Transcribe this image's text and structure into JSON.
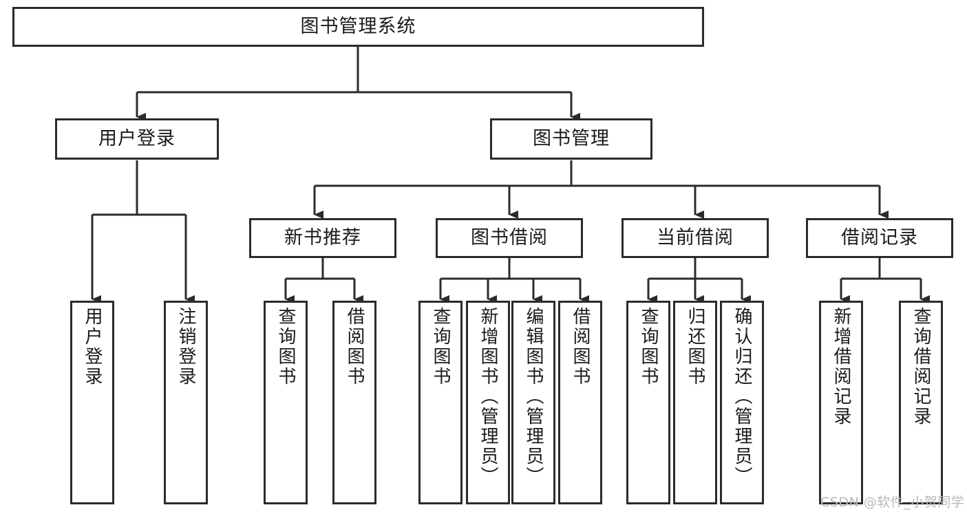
{
  "diagram": {
    "title": "图书管理系统",
    "watermark": "CSDN @软件_小贺同学",
    "accent_color": "#2b2b2b",
    "background_color": "#ffffff",
    "nodes": {
      "root": {
        "label": "图书管理系统"
      },
      "level2": [
        {
          "id": "user-login",
          "label": "用户登录"
        },
        {
          "id": "book-management",
          "label": "图书管理"
        }
      ],
      "level3": [
        {
          "id": "new-book-recommend",
          "label": "新书推荐"
        },
        {
          "id": "book-borrow",
          "label": "图书借阅"
        },
        {
          "id": "current-borrow",
          "label": "当前借阅"
        },
        {
          "id": "borrow-record",
          "label": "借阅记录"
        }
      ],
      "leaves": {
        "user-login": [
          {
            "id": "leaf-user-login",
            "label": "用户登录"
          },
          {
            "id": "leaf-logout",
            "label": "注销登录"
          }
        ],
        "new-book-recommend": [
          {
            "id": "leaf-query-book-1",
            "label": "查询图书"
          },
          {
            "id": "leaf-borrow-book-1",
            "label": "借阅图书"
          }
        ],
        "book-borrow": [
          {
            "id": "leaf-query-book-2",
            "label": "查询图书"
          },
          {
            "id": "leaf-add-book",
            "label": "新增图书（管理员）"
          },
          {
            "id": "leaf-edit-book",
            "label": "编辑图书（管理员）"
          },
          {
            "id": "leaf-borrow-book-2",
            "label": "借阅图书"
          }
        ],
        "current-borrow": [
          {
            "id": "leaf-query-book-3",
            "label": "查询图书"
          },
          {
            "id": "leaf-return-book",
            "label": "归还图书"
          },
          {
            "id": "leaf-confirm-return",
            "label": "确认归还（管理员）"
          }
        ],
        "borrow-record": [
          {
            "id": "leaf-add-record",
            "label": "新增借阅记录"
          },
          {
            "id": "leaf-query-record",
            "label": "查询借阅记录"
          }
        ]
      }
    }
  }
}
